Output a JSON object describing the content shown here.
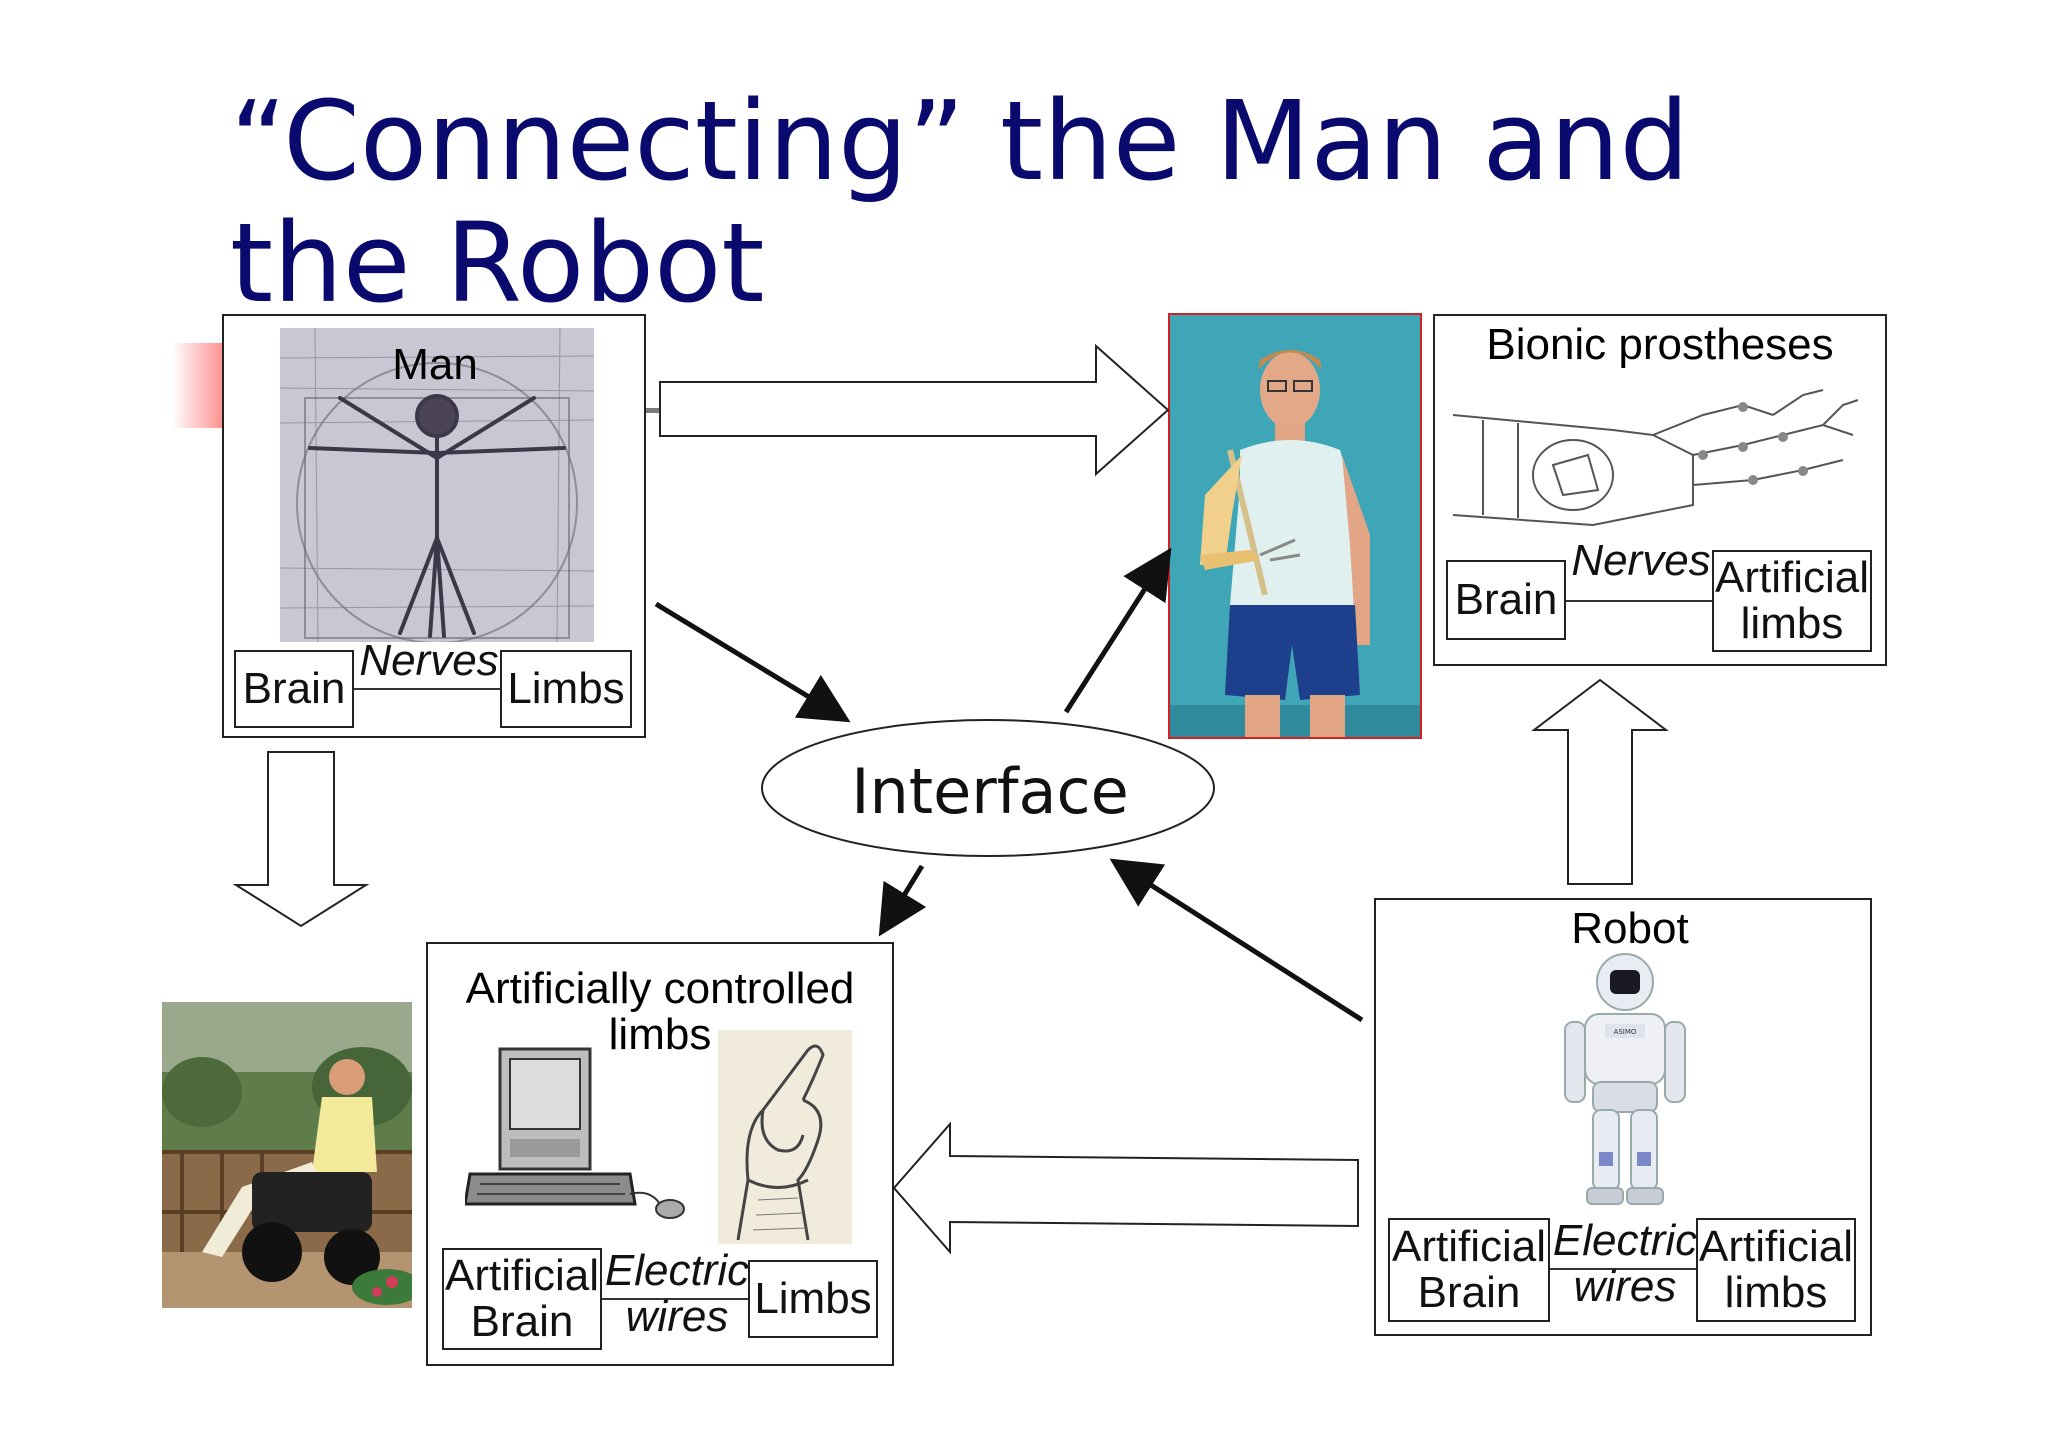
{
  "title": {
    "line1": "“Connecting” the Man and",
    "line2": "the Robot"
  },
  "man": {
    "heading": "Man",
    "brain": "Brain",
    "nerves": "Nerves",
    "limbs": "Limbs"
  },
  "bionic": {
    "heading": "Bionic prostheses",
    "brain": "Brain",
    "nerves": "Nerves",
    "limbs_line1": "Artificial",
    "limbs_line2": "limbs"
  },
  "interface": {
    "label": "Interface"
  },
  "artificial_limbs": {
    "heading_line1": "Artificially controlled",
    "heading_line2": "limbs",
    "brain_line1": "Artificial",
    "brain_line2": "Brain",
    "wires_line1": "Electric",
    "wires_line2": "wires",
    "limbs": "Limbs"
  },
  "robot": {
    "heading": "Robot",
    "brain_line1": "Artificial",
    "brain_line2": "Brain",
    "wires_line1": "Electric",
    "wires_line2": "wires",
    "limbs_line1": "Artificial",
    "limbs_line2": "limbs",
    "logo_text": "ASIMO"
  },
  "colors": {
    "title": "#0a0a6e",
    "photo_border": "#d42020"
  }
}
